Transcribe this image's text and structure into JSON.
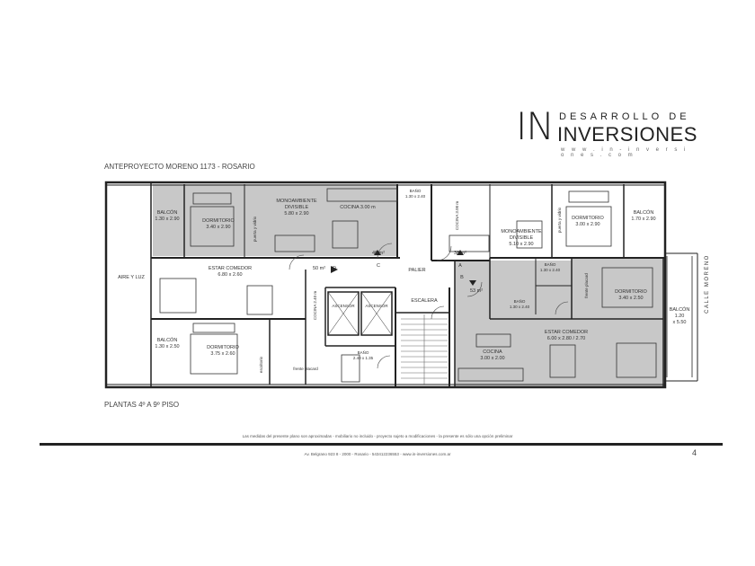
{
  "logo": {
    "in_mark": "IN",
    "top_line": "DESARROLLO DE",
    "main_line": "INVERSIONES",
    "url": "w w w . i n - i n v e r s i o n e s . c o m"
  },
  "title": "ANTEPROYECTO MORENO 1173 - ROSARIO",
  "subtitle": "PLANTAS 4º A 9º PISO",
  "disclaimer": "Las medidas del presente plano son aproximadas - mobiliario no incluido - proyecto sujeto a modificaciones - la presente es sólo una opción preliminar",
  "address": "Av. Belgrano 923 8 - 2000 - Rosario - 543412236553 - www.in-inversiones.com.ar",
  "page_number": "4",
  "plan": {
    "balcon_tl_title": "BALCÓN",
    "balcon_tl_dims": "1.30 x 2.90",
    "dorm_1_title": "DORMITORIO",
    "dorm_1_dims": "3.40 x 2.90",
    "puerta_vidrio_1": "puerta y vidrio",
    "mono_1_title": "MONOAMBIENTE",
    "mono_1_sub": "DIVISIBLE",
    "mono_1_dims": "5.80 x 2.90",
    "cocina_top": "COCINA 3.00 m",
    "bano_top_title": "BAÑO",
    "bano_top_dims": "1.30 x 2.40",
    "cocina_v_top": "COCINA 3.00 m",
    "mono_2_title": "MONOAMBIENTE",
    "mono_2_sub": "DIVISIBLE",
    "mono_2_dims": "5.10 x 2.90",
    "puerta_vidrio_2": "puerta y vidrio",
    "dorm_tr_title": "DORMITORIO",
    "dorm_tr_dims": "3.00 x 2.90",
    "balcon_tr_title": "BALCÓN",
    "balcon_tr_dims": "1.70 x 2.90",
    "aire_luz": "AIRE Y LUZ",
    "estar_l_title": "ESTAR COMEDOR",
    "estar_l_dims": "6.80 x 2.60",
    "area_50": "50 m²",
    "letter_d": "D",
    "area_40": "40 m²",
    "letter_c": "C",
    "hall": "PALIER",
    "area_38": "38 m²",
    "letter_a": "A",
    "letter_b": "B",
    "area_53": "53 m²",
    "escalera": "ESCALERA",
    "ascensor_1": "ASCENSOR",
    "ascensor_2": "ASCENSOR",
    "cocina_v_left": "COCINA 2.40 m",
    "bano_r1_title": "BAÑO",
    "bano_r1_dims": "1.30 x 2.40",
    "bano_r2_title": "BAÑO",
    "bano_r2_dims": "1.30 x 2.40",
    "frente_placard_r": "frente placard",
    "dorm_r_title": "DORMITORIO",
    "dorm_r_dims": "3.40 x 2.50",
    "balcon_r_title": "BALCÓN",
    "balcon_r_dims1": "1.20",
    "balcon_r_dims2": "x 5.50",
    "calle": "CALLE MORENO",
    "balcon_bl_title": "BALCÓN",
    "balcon_bl_dims": "1.30 x 2.50",
    "dorm_bl_title": "DORMITORIO",
    "dorm_bl_dims": "3.75 x 2.60",
    "escritorio": "escritorio",
    "frente_placard_l": "frente placard",
    "bano_bl_title": "BAÑO",
    "bano_bl_dims": "2.40 x 1.35",
    "cocina_br_title": "COCINA",
    "cocina_br_dims": "3.00 x 2.00",
    "estar_r_title": "ESTAR COMEDOR",
    "estar_r_dims": "6.00 x 2.80 / 2.70"
  }
}
